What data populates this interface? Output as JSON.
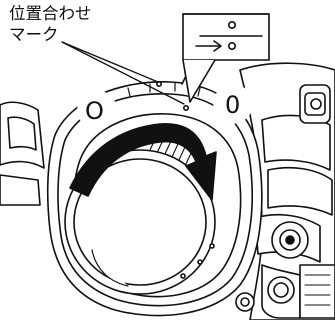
{
  "callout": {
    "line1": "位置合わせ",
    "line2": "マーク"
  },
  "diagram": {
    "left_mark": "O",
    "right_mark": "0"
  },
  "colors": {
    "line": "#111111",
    "background": "#ffffff",
    "arrow": "#111111"
  },
  "icons": {
    "rotation_arrow": "curved-arrow-clockwise",
    "inset_arrow": "arrow-right"
  }
}
